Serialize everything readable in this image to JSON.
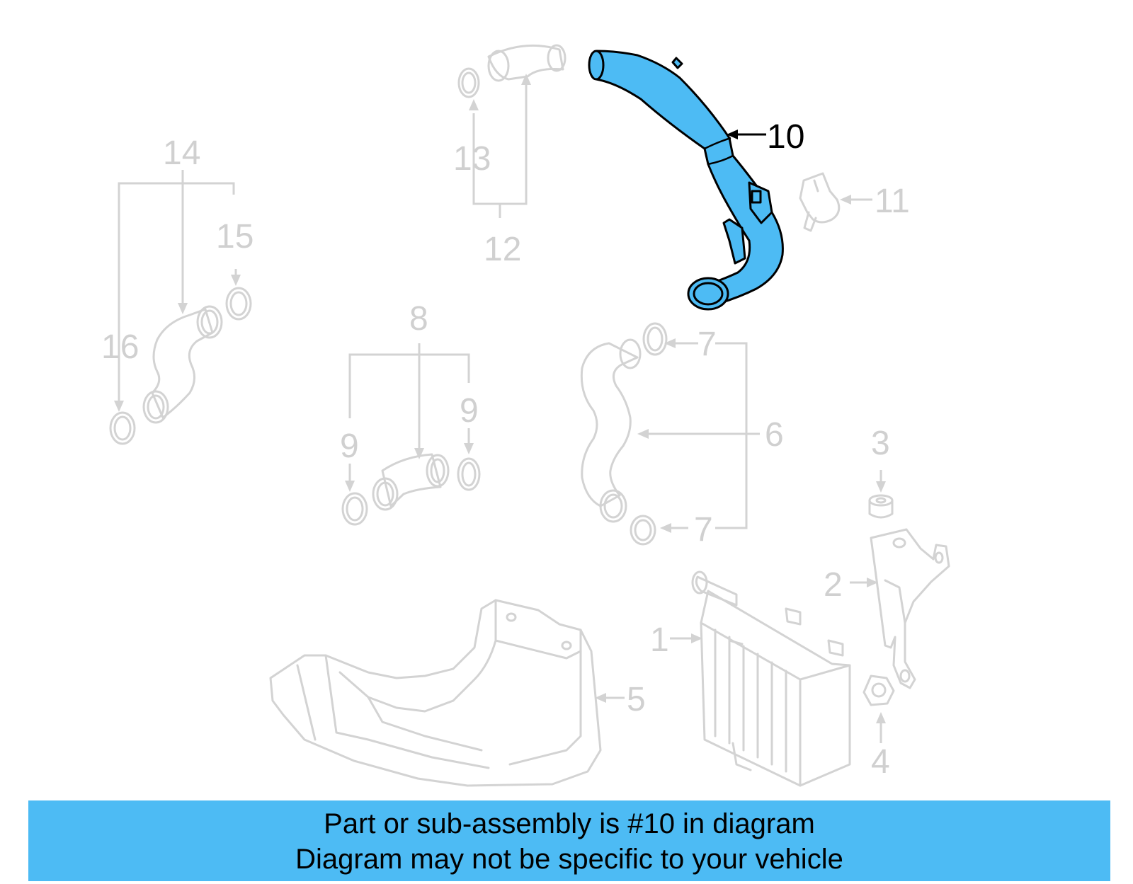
{
  "diagram": {
    "highlighted_part": "10",
    "highlight_color": "#4dbbf4",
    "part_color": "#d3d3d3",
    "callouts": {
      "c1": "1",
      "c2": "2",
      "c3": "3",
      "c4": "4",
      "c5": "5",
      "c6": "6",
      "c7a": "7",
      "c7b": "7",
      "c8": "8",
      "c9a": "9",
      "c9b": "9",
      "c10": "10",
      "c11": "11",
      "c12": "12",
      "c13": "13",
      "c14": "14",
      "c15": "15",
      "c16": "16"
    }
  },
  "banner": {
    "line1": "Part or sub-assembly is #10 in diagram",
    "line2": "Diagram may not be specific to your vehicle",
    "color": "#4dbbf4"
  }
}
